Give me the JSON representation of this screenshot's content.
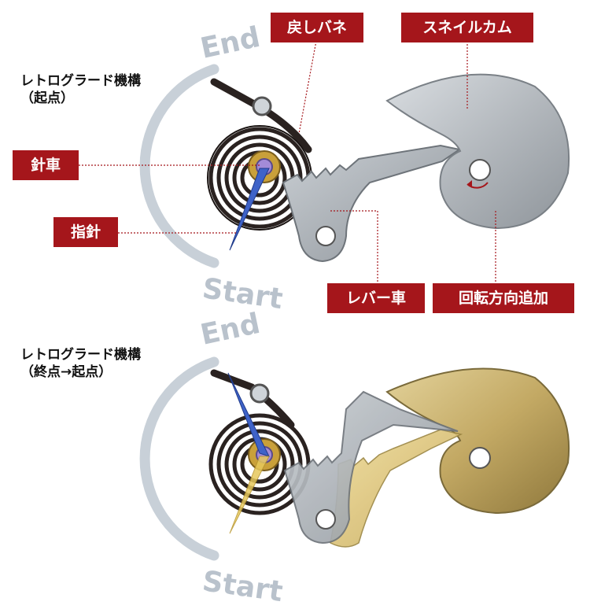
{
  "panels": [
    {
      "caption_line1": "レトログラード機構",
      "caption_line2": "（起点）",
      "end_text": "End",
      "start_text": "Start",
      "labels": {
        "return_spring": "戻しバネ",
        "snail_cam": "スネイルカム",
        "hand_wheel": "針車",
        "hand": "指針",
        "lever_wheel": "レバー車",
        "rotation_direction": "回転方向追加"
      }
    },
    {
      "caption_line1": "レトログラード機構",
      "caption_line2": "（終点→起点）",
      "end_text": "End",
      "start_text": "Start"
    }
  ],
  "colors": {
    "label_bg": "#a5161b",
    "label_text": "#ffffff",
    "arc": "#c8d0d8",
    "cam_gray": "#b7bcc1",
    "cam_gold": "#c7b06a",
    "spring_dark": "#2a2220",
    "hand_blue": "#3f63c8",
    "hand_yellow": "#e7c85c",
    "gear_gold": "#c9a03a",
    "leader_line": "#a5161b"
  }
}
